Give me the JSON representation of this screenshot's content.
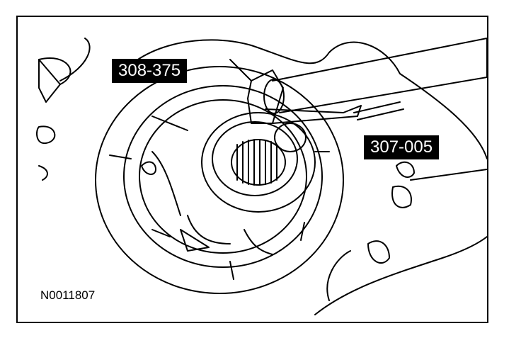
{
  "labels": {
    "tool_primary": "308-375",
    "tool_secondary": "307-005"
  },
  "figure_id": "N0011807",
  "colors": {
    "ink": "#000000",
    "paper": "#ffffff"
  }
}
